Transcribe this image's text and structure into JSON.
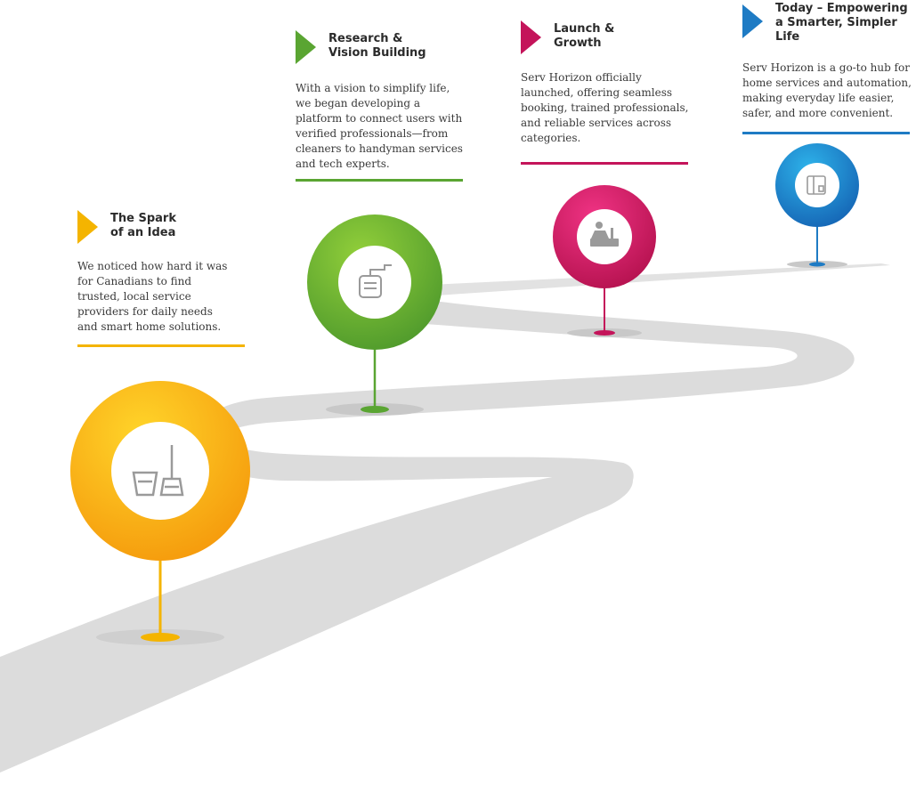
{
  "colors": {
    "road": "#dcdcdc",
    "shadow": "#c8c8c8",
    "icon_gray": "#9a9a9a"
  },
  "milestones": [
    {
      "id": "spark",
      "title": "The Spark\nof an Idea",
      "description": "We noticed how hard it was for Canadians to find trusted, local service providers for daily needs and smart home solutions.",
      "accent": "#f4b400",
      "icon": "cleaning-bucket-mop-icon"
    },
    {
      "id": "research",
      "title": "Research &\nVision Building",
      "description": "With a vision to simplify life, we began developing a platform to connect users with verified professionals—from cleaners to handyman services and tech experts.",
      "accent": "#5aa532",
      "icon": "vacuum-cleaner-icon"
    },
    {
      "id": "launch",
      "title": "Launch &\nGrowth",
      "description": "Serv Horizon officially launched, offering seamless booking, trained professionals, and reliable services across categories.",
      "accent": "#c4145a",
      "icon": "handyman-worker-icon"
    },
    {
      "id": "today",
      "title": "Today – Empowering\na Smarter, Simpler\nLife",
      "description": "Serv Horizon is a go-to hub for home services and automation, making everyday life easier, safer, and more convenient.",
      "accent": "#1e7bc4",
      "icon": "smart-home-panel-icon"
    }
  ]
}
